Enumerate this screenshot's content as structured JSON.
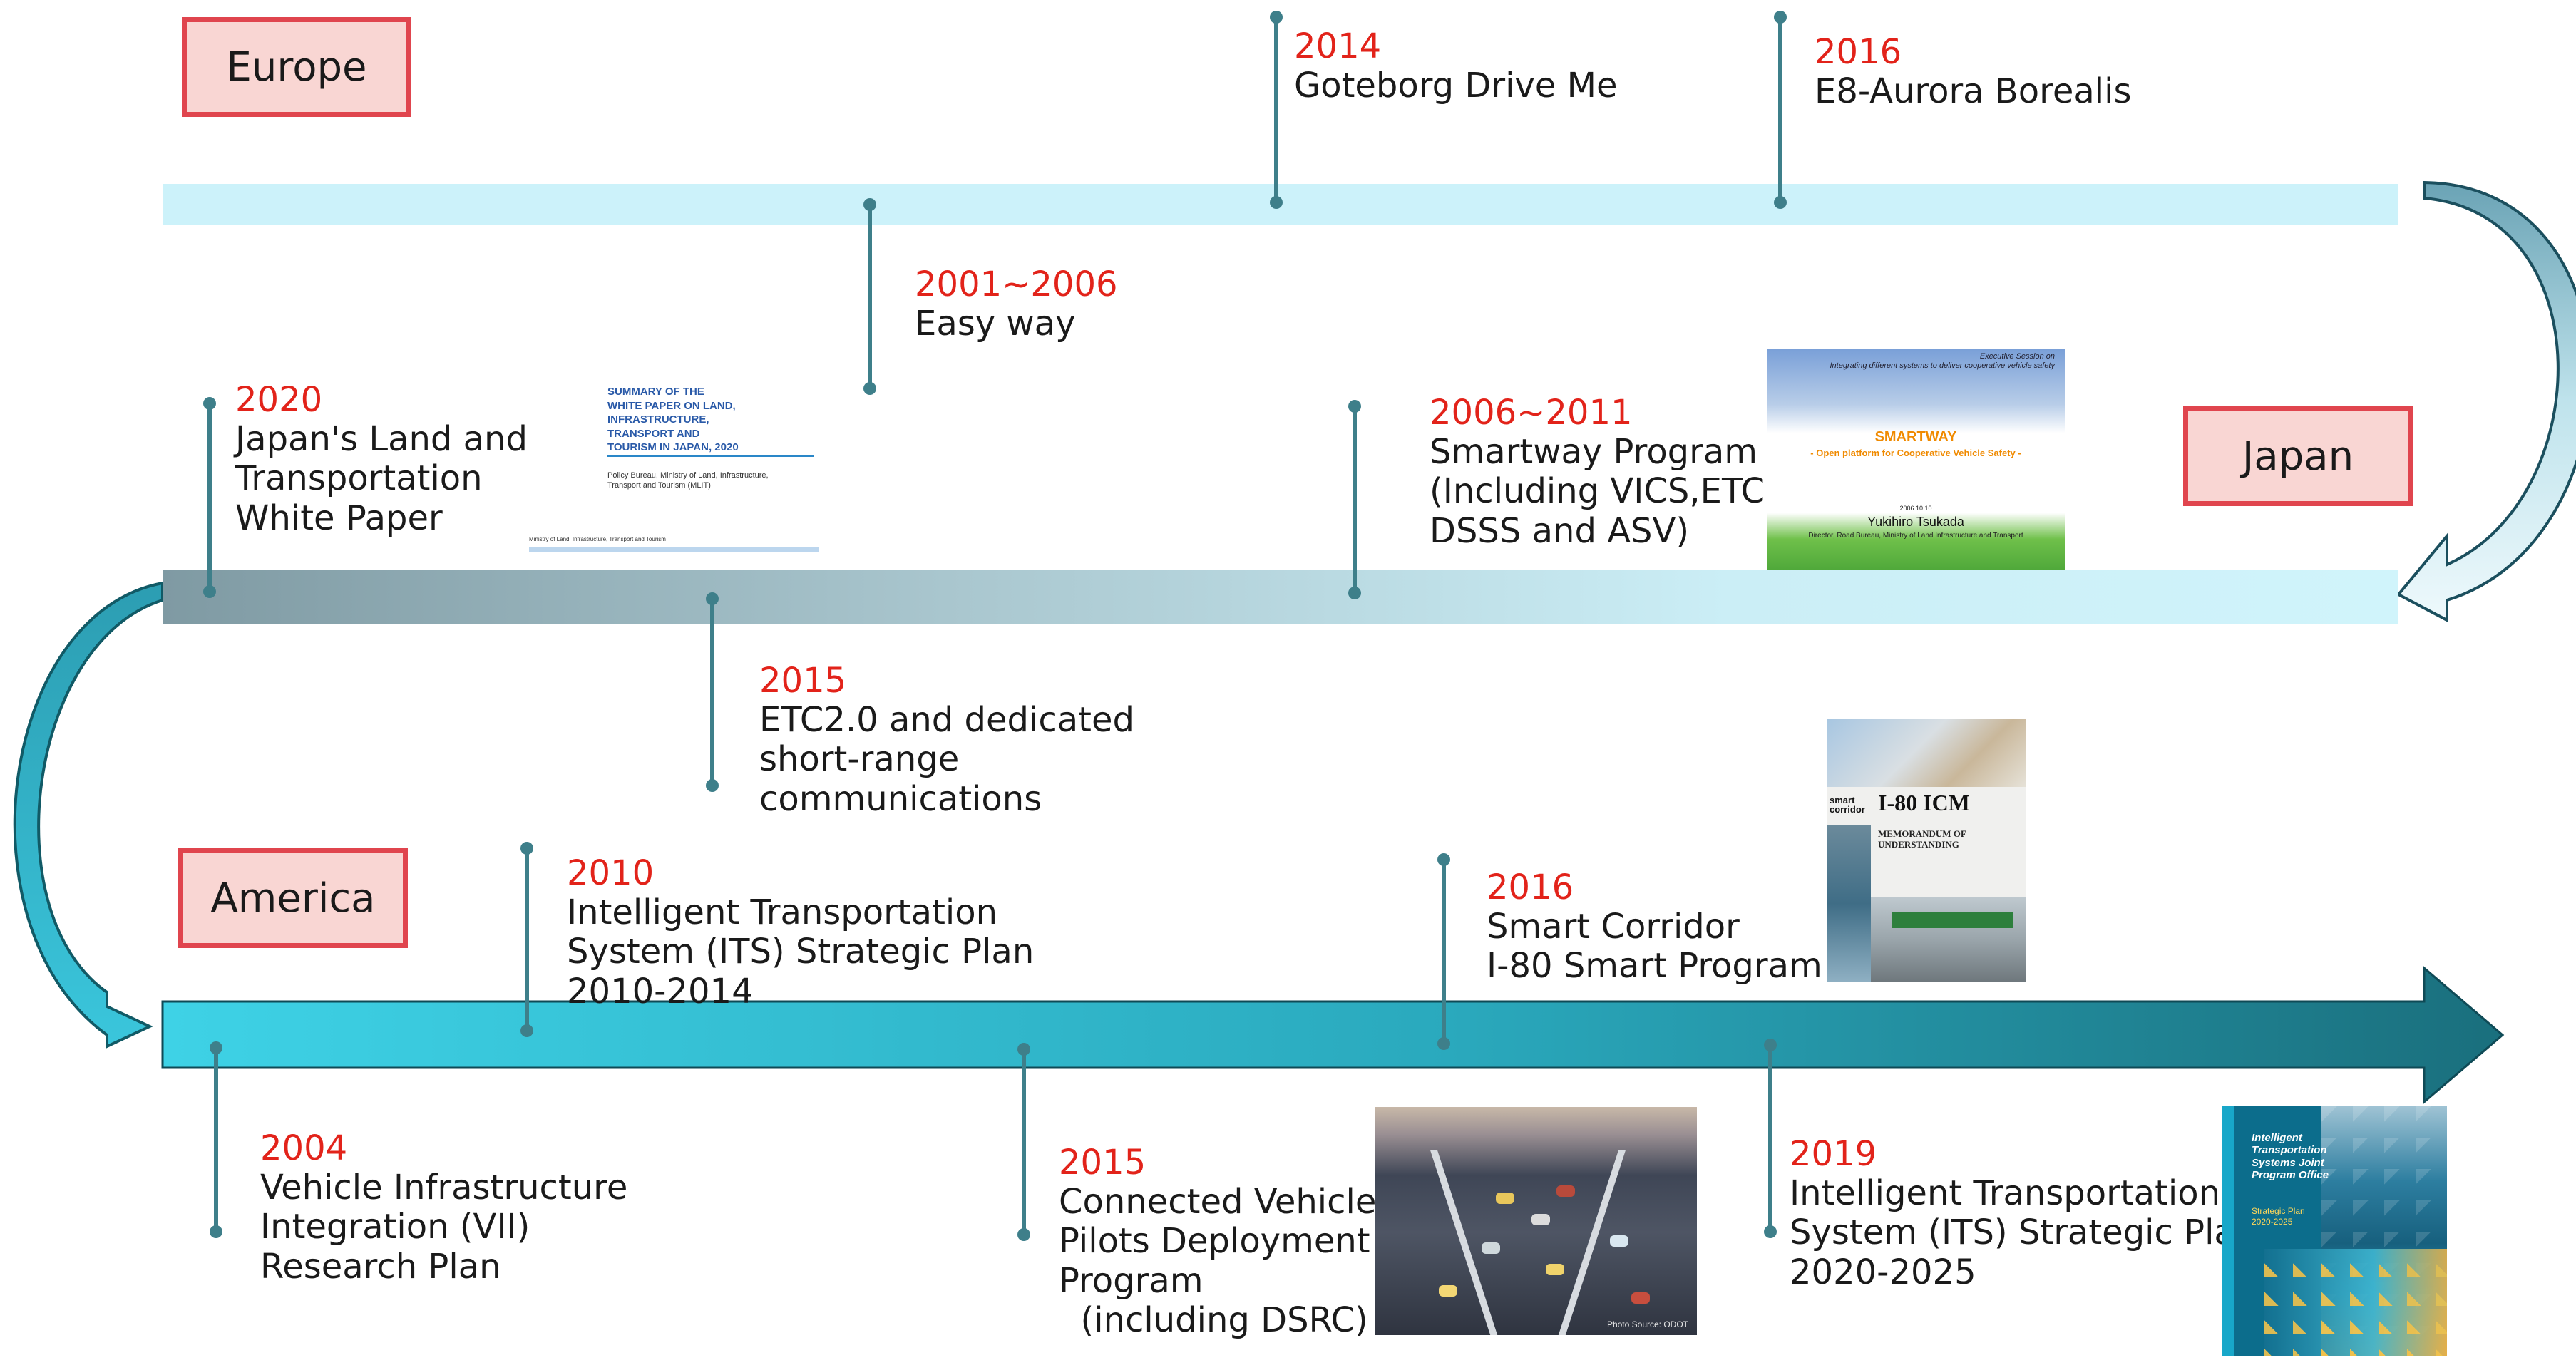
{
  "regions": {
    "europe": "Europe",
    "japan": "Japan",
    "america": "America"
  },
  "colors": {
    "year": "#e2231a",
    "stem": "#3e7f8a",
    "region_fill": "#f9d6d3",
    "region_border": "#e0454e",
    "band_light": "#ccf2fa",
    "arrow_teal": "#2a97a9"
  },
  "events": {
    "e2014": {
      "year": "2014",
      "title": "Goteborg Drive Me"
    },
    "e2016": {
      "year": "2016",
      "title": "E8-Aurora Borealis"
    },
    "e2001": {
      "year": "2001~2006",
      "title": "Easy way"
    },
    "j2020": {
      "year": "2020",
      "title": "Japan's Land and\nTransportation\nWhite Paper"
    },
    "j2006": {
      "year": "2006~2011",
      "title": "Smartway Program\n(Including VICS,ETC,\nDSSS and ASV)"
    },
    "j2015": {
      "year": "2015",
      "title": "ETC2.0 and dedicated\nshort-range\ncommunications"
    },
    "a2010": {
      "year": "2010",
      "title": "Intelligent Transportation\nSystem (ITS) Strategic Plan\n2010-2014"
    },
    "a2016": {
      "year": "2016",
      "title": "Smart Corridor\nI-80 Smart Program"
    },
    "a2004": {
      "year": "2004",
      "title": "Vehicle Infrastructure\nIntegration (VII)\nResearch Plan"
    },
    "a2015": {
      "year": "2015",
      "title": "Connected Vehicle\nPilots Deployment\nProgram\n  (including DSRC)"
    },
    "a2019": {
      "year": "2019",
      "title": "Intelligent Transportation\nSystem (ITS) Strategic Plan\n2020-2025"
    }
  },
  "thumbs": {
    "white_paper": {
      "heading": "SUMMARY OF THE\nWHITE PAPER ON LAND,\nINFRASTRUCTURE,\nTRANSPORT AND\nTOURISM IN JAPAN, 2020",
      "sub": "Policy Bureau, Ministry of Land, Infrastructure,\nTransport and Tourism (MLIT)",
      "footer": "Ministry of Land, Infrastructure, Transport and Tourism"
    },
    "smartway": {
      "top": "Executive Session on\nIntegrating different systems to deliver cooperative vehicle safety",
      "big": "SMARTWAY",
      "sub": "- Open platform for Cooperative Vehicle Safety -",
      "date": "2006.10.10",
      "name": "Yukihiro Tsukada",
      "role": "Director, Road Bureau, Ministry of Land Infrastructure and Transport"
    },
    "i80": {
      "brand": "smart\ncorridor",
      "title": "I-80 ICM",
      "mou": "MEMORANDUM OF\nUNDERSTANDING"
    },
    "cv": {
      "source": "Photo Source: ODOT"
    },
    "its": {
      "title": "Intelligent\nTransportation\nSystems Joint\nProgram Office",
      "plan": "Strategic Plan\n2020-2025"
    }
  }
}
